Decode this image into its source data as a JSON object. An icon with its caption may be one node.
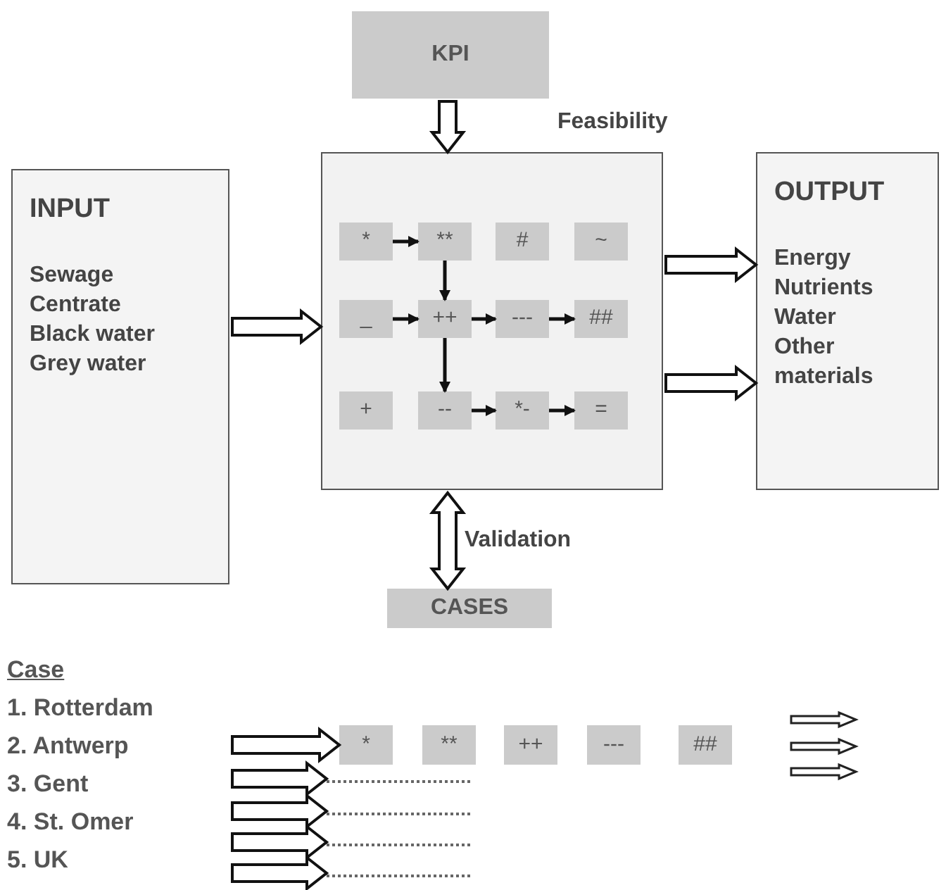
{
  "diagram": {
    "nodes": [
      {
        "text": [
          "KPI"
        ]
      },
      {
        "text": [
          "INPUT",
          "Sewage",
          "Centrate",
          "Black water",
          "Grey water"
        ]
      },
      {
        "text": [],
        "shape": "box"
      },
      {
        "text": [
          "*"
        ],
        "in": 2
      },
      {
        "text": [
          "**"
        ],
        "in": 2
      },
      {
        "text": [
          "#"
        ],
        "in": 2
      },
      {
        "text": [
          "~"
        ],
        "in": 2
      },
      {
        "text": [
          "_"
        ],
        "in": 2
      },
      {
        "text": [
          "++"
        ],
        "in": 2
      },
      {
        "text": [
          "---"
        ],
        "in": 2
      },
      {
        "text": [
          "##"
        ],
        "in": 2
      },
      {
        "text": [
          "+"
        ],
        "in": 2
      },
      {
        "text": [
          "--"
        ],
        "in": 2
      },
      {
        "text": [
          "*-"
        ],
        "in": 2
      },
      {
        "text": [
          "="
        ],
        "in": 2
      },
      {
        "text": [
          "OUTPUT",
          "Energy",
          "Nutrients",
          "Water",
          "Other materials"
        ]
      },
      {
        "text": [
          "CASES"
        ]
      },
      {
        "text": [
          "*"
        ]
      },
      {
        "text": [
          "**"
        ]
      },
      {
        "text": [
          "++"
        ]
      },
      {
        "text": [
          "---"
        ]
      },
      {
        "text": [
          "##"
        ]
      },
      {
        "text": [],
        "shape": "line"
      },
      {
        "text": [],
        "shape": "line"
      },
      {
        "text": [],
        "shape": "line"
      },
      {
        "text": [],
        "shape": "line"
      }
    ],
    "edges": [
      {
        "from": 0,
        "to": 2,
        "arrow": "to",
        "label": "Feasibility",
        "style": "thick"
      },
      {
        "from": 1,
        "to": 2,
        "arrow": "to",
        "style": "thick"
      },
      {
        "from": 2,
        "to": 15,
        "arrow": "to",
        "style": "thick"
      },
      {
        "from": 2,
        "to": 15,
        "arrow": "to",
        "style": "thick"
      },
      {
        "from": 2,
        "to": 16,
        "arrow": "both",
        "label": "Validation",
        "style": "thick"
      },
      {
        "from": 3,
        "to": 4,
        "arrow": "to"
      },
      {
        "from": 4,
        "to": 8,
        "arrow": "to"
      },
      {
        "from": 7,
        "to": 8,
        "arrow": "to"
      },
      {
        "from": 8,
        "to": 9,
        "arrow": "to"
      },
      {
        "from": 9,
        "to": 10,
        "arrow": "to"
      },
      {
        "from": 8,
        "to": 12,
        "arrow": "to"
      },
      {
        "from": 12,
        "to": 13,
        "arrow": "to"
      },
      {
        "from": 13,
        "to": 14,
        "arrow": "to"
      },
      {
        "from": null,
        "to": 17,
        "arrow": "to",
        "style": "thick"
      },
      {
        "from": null,
        "to": 22,
        "arrow": "to",
        "style": "thick"
      },
      {
        "from": null,
        "to": 23,
        "arrow": "to",
        "style": "thick"
      },
      {
        "from": null,
        "to": 24,
        "arrow": "to",
        "style": "thick"
      },
      {
        "from": null,
        "to": 25,
        "arrow": "to",
        "style": "thick"
      }
    ],
    "labels": [
      "Case",
      "1. Rotterdam",
      "2. Antwerp",
      "3. Gent",
      "4. St. Omer",
      "5. UK"
    ]
  }
}
